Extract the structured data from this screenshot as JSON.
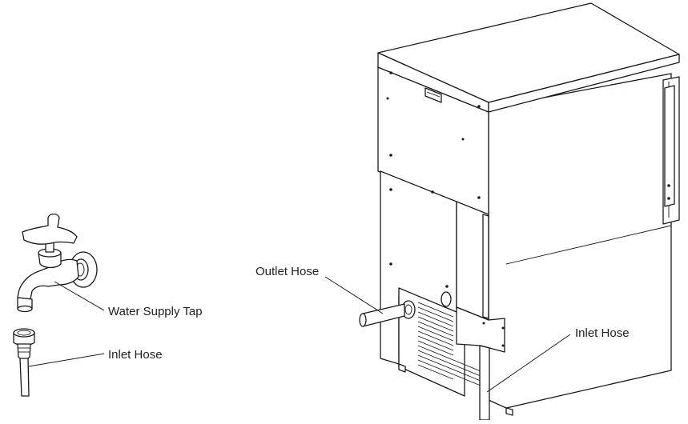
{
  "labels": {
    "water_supply_tap": "Water Supply Tap",
    "inlet_hose_left": "Inlet Hose",
    "outlet_hose": "Outlet Hose",
    "inlet_hose_right": "Inlet Hose"
  },
  "colors": {
    "line": "#1a1a1a",
    "background": "#ffffff",
    "text": "#222222"
  }
}
